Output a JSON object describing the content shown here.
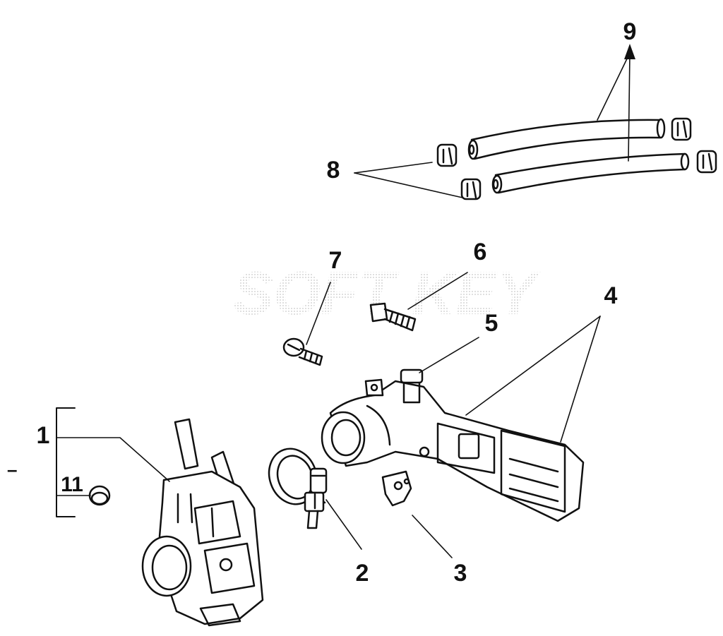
{
  "diagram": {
    "callouts": [
      {
        "id": "1",
        "label": "1"
      },
      {
        "id": "2",
        "label": "2"
      },
      {
        "id": "3",
        "label": "3"
      },
      {
        "id": "4",
        "label": "4"
      },
      {
        "id": "5",
        "label": "5"
      },
      {
        "id": "6",
        "label": "6"
      },
      {
        "id": "7",
        "label": "7"
      },
      {
        "id": "8",
        "label": "8"
      },
      {
        "id": "9",
        "label": "9"
      },
      {
        "id": "11",
        "label": "11"
      }
    ],
    "side_mark": "–",
    "watermark": "SOFT KEY",
    "colors": {
      "line": "#111111",
      "background": "#ffffff",
      "watermark": "#bdbdbd"
    }
  }
}
